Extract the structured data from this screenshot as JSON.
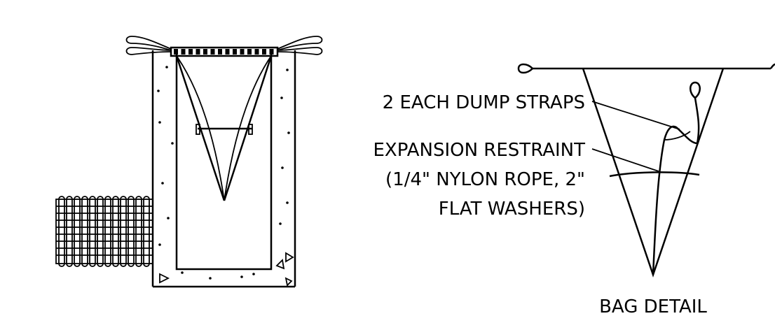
{
  "labels": {
    "dump_straps": "2 EACH DUMP STRAPS",
    "expansion_restraint_line1": "EXPANSION RESTRAINT",
    "expansion_restraint_line2": "(1/4\" NYLON ROPE, 2\"",
    "expansion_restraint_line3": "FLAT WASHERS)",
    "bag_detail": "BAG DETAIL"
  }
}
